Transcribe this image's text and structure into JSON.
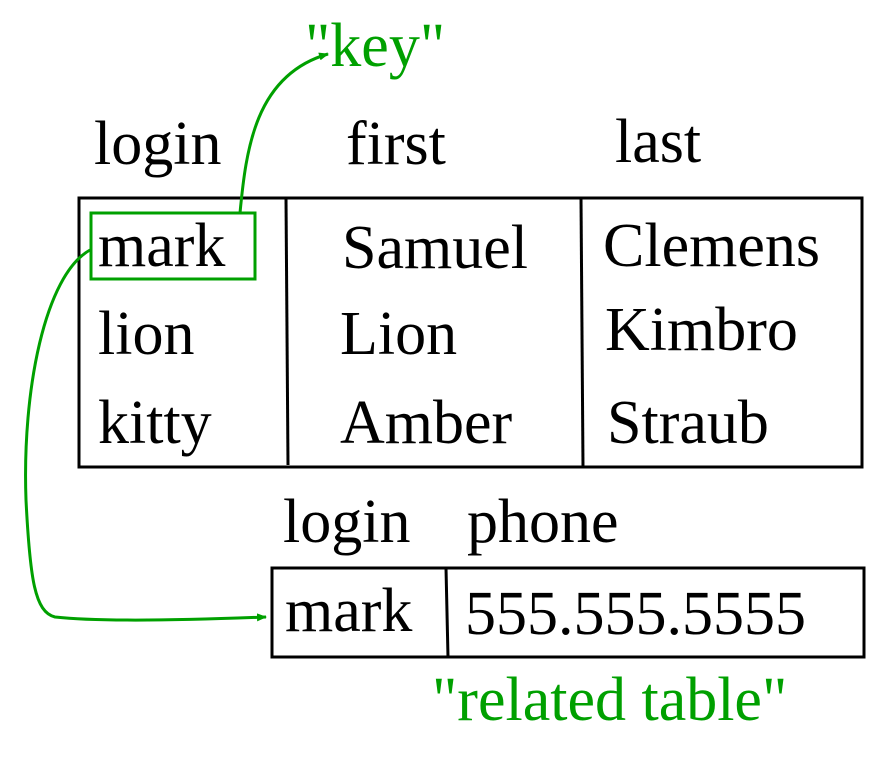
{
  "key_annotation": "\"key\"",
  "related_annotation": "\"related table\"",
  "main_table": {
    "headers": [
      "login",
      "first",
      "last"
    ],
    "rows": [
      [
        "mark",
        "Samuel",
        "Clemens"
      ],
      [
        "lion",
        "Lion",
        "Kimbro"
      ],
      [
        "kitty",
        "Amber",
        "Straub"
      ]
    ]
  },
  "related_table": {
    "headers": [
      "login",
      "phone"
    ],
    "rows": [
      [
        "mark",
        "555.555.5555"
      ]
    ]
  },
  "colors": {
    "accent": "#00a000",
    "text": "#000000"
  }
}
